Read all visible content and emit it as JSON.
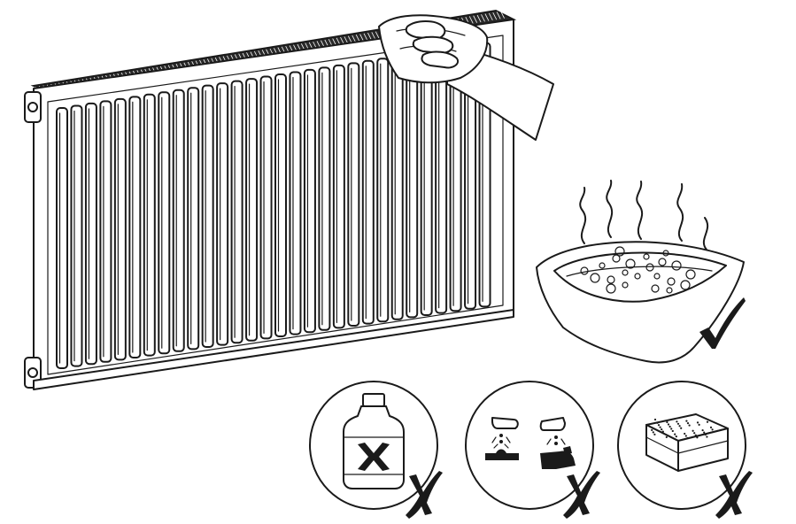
{
  "instructions": [
    {
      "item": "damp-cloth-wipe",
      "verdict": "do",
      "mark": "check-mark-icon"
    },
    {
      "item": "warm-soapy-water-bowl",
      "verdict": "do",
      "mark": "check-mark-icon"
    },
    {
      "item": "chemical-bottle",
      "verdict": "dont",
      "mark": "cross-mark-icon"
    },
    {
      "item": "corrosive-substance",
      "verdict": "dont",
      "mark": "cross-mark-icon"
    },
    {
      "item": "abrasive-sponge",
      "verdict": "dont",
      "mark": "cross-mark-icon"
    }
  ],
  "colors": {
    "line": "#1a1a1a",
    "background": "#ffffff"
  }
}
